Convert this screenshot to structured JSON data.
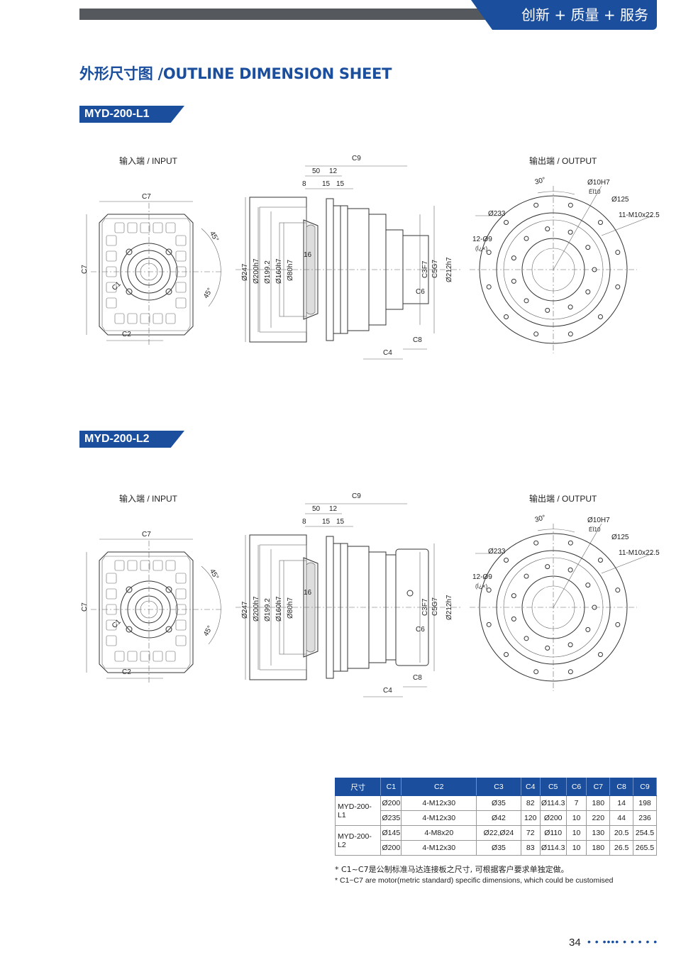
{
  "header": {
    "slogan": "创新 + 质量 + 服务"
  },
  "page_title": "外形尺寸图 /OUTLINE DIMENSION SHEET",
  "drawings": [
    {
      "model": "MYD-200-L1",
      "input_label": "输入端 / INPUT",
      "output_label": "输出端 / OUTPUT",
      "input_dims": {
        "c7_top": "C7",
        "c7_side": "C7",
        "c1": "C1",
        "c2": "C2",
        "a1": "45°",
        "a2": "45°"
      },
      "side_dims": {
        "c9": "C9",
        "d50": "50",
        "d12": "12",
        "d8": "8",
        "d15a": "15",
        "d15b": "15",
        "d16": "16",
        "c3": "C3F7",
        "c5": "C5G7",
        "c6": "C6",
        "c4": "C4",
        "c8": "C8",
        "d212": "Ø212h7",
        "d247": "Ø247",
        "d200": "Ø200h7",
        "d199": "Ø199.2",
        "d160": "Ø160h7",
        "d80": "Ø80h7"
      },
      "output_dims": {
        "a30": "30°",
        "h7": "Ø10H7",
        "ei": "ÉÏ10",
        "d125": "Ø125",
        "d233": "Ø233",
        "m10": "11-M10x22.5",
        "h12": "12-Ø9",
        "hsub": "(Í¿×)"
      }
    },
    {
      "model": "MYD-200-L2",
      "input_label": "输入端 / INPUT",
      "output_label": "输出端 / OUTPUT",
      "input_dims": {
        "c7_top": "C7",
        "c7_side": "C7",
        "c1": "C1",
        "c2": "C2",
        "a1": "45°",
        "a2": "45°"
      },
      "side_dims": {
        "c9": "C9",
        "d50": "50",
        "d12": "12",
        "d8": "8",
        "d15a": "15",
        "d15b": "15",
        "d16": "16",
        "c3": "C3F7",
        "c5": "C5G7",
        "c6": "C6",
        "c4": "C4",
        "c8": "C8",
        "d212": "Ø212h7",
        "d247": "Ø247",
        "d200": "Ø200h7",
        "d199": "Ø199.2",
        "d160": "Ø160h7",
        "d80": "Ø80h7"
      },
      "output_dims": {
        "a30": "30°",
        "h7": "Ø10H7",
        "ei": "ÉÏ10",
        "d125": "Ø125",
        "d233": "Ø233",
        "m10": "11-M10x22.5",
        "h12": "12-Ø9",
        "hsub": "(Í¿×)"
      }
    }
  ],
  "table": {
    "headers": [
      "尺寸",
      "C1",
      "C2",
      "C3",
      "C4",
      "C5",
      "C6",
      "C7",
      "C8",
      "C9"
    ],
    "groups": [
      {
        "model": "MYD-200-L1",
        "rows": [
          [
            "Ø200",
            "4-M12x30",
            "Ø35",
            "82",
            "Ø114.3",
            "7",
            "180",
            "14",
            "198"
          ],
          [
            "Ø235",
            "4-M12x30",
            "Ø42",
            "120",
            "Ø200",
            "10",
            "220",
            "44",
            "236"
          ]
        ]
      },
      {
        "model": "MYD-200-L2",
        "rows": [
          [
            "Ø145",
            "4-M8x20",
            "Ø22,Ø24",
            "72",
            "Ø110",
            "10",
            "130",
            "20.5",
            "254.5"
          ],
          [
            "Ø200",
            "4-M12x30",
            "Ø35",
            "83",
            "Ø114.3",
            "10",
            "180",
            "26.5",
            "265.5"
          ]
        ]
      }
    ]
  },
  "notes": [
    "* C1~C7是公制标准马达连接板之尺寸, 可根据客户要求单独定做。",
    "* C1~C7 are motor(metric standard) specific dimensions, which could be customised"
  ],
  "footer": {
    "page_number": "34",
    "dots": "• • •••• • • • • •"
  }
}
